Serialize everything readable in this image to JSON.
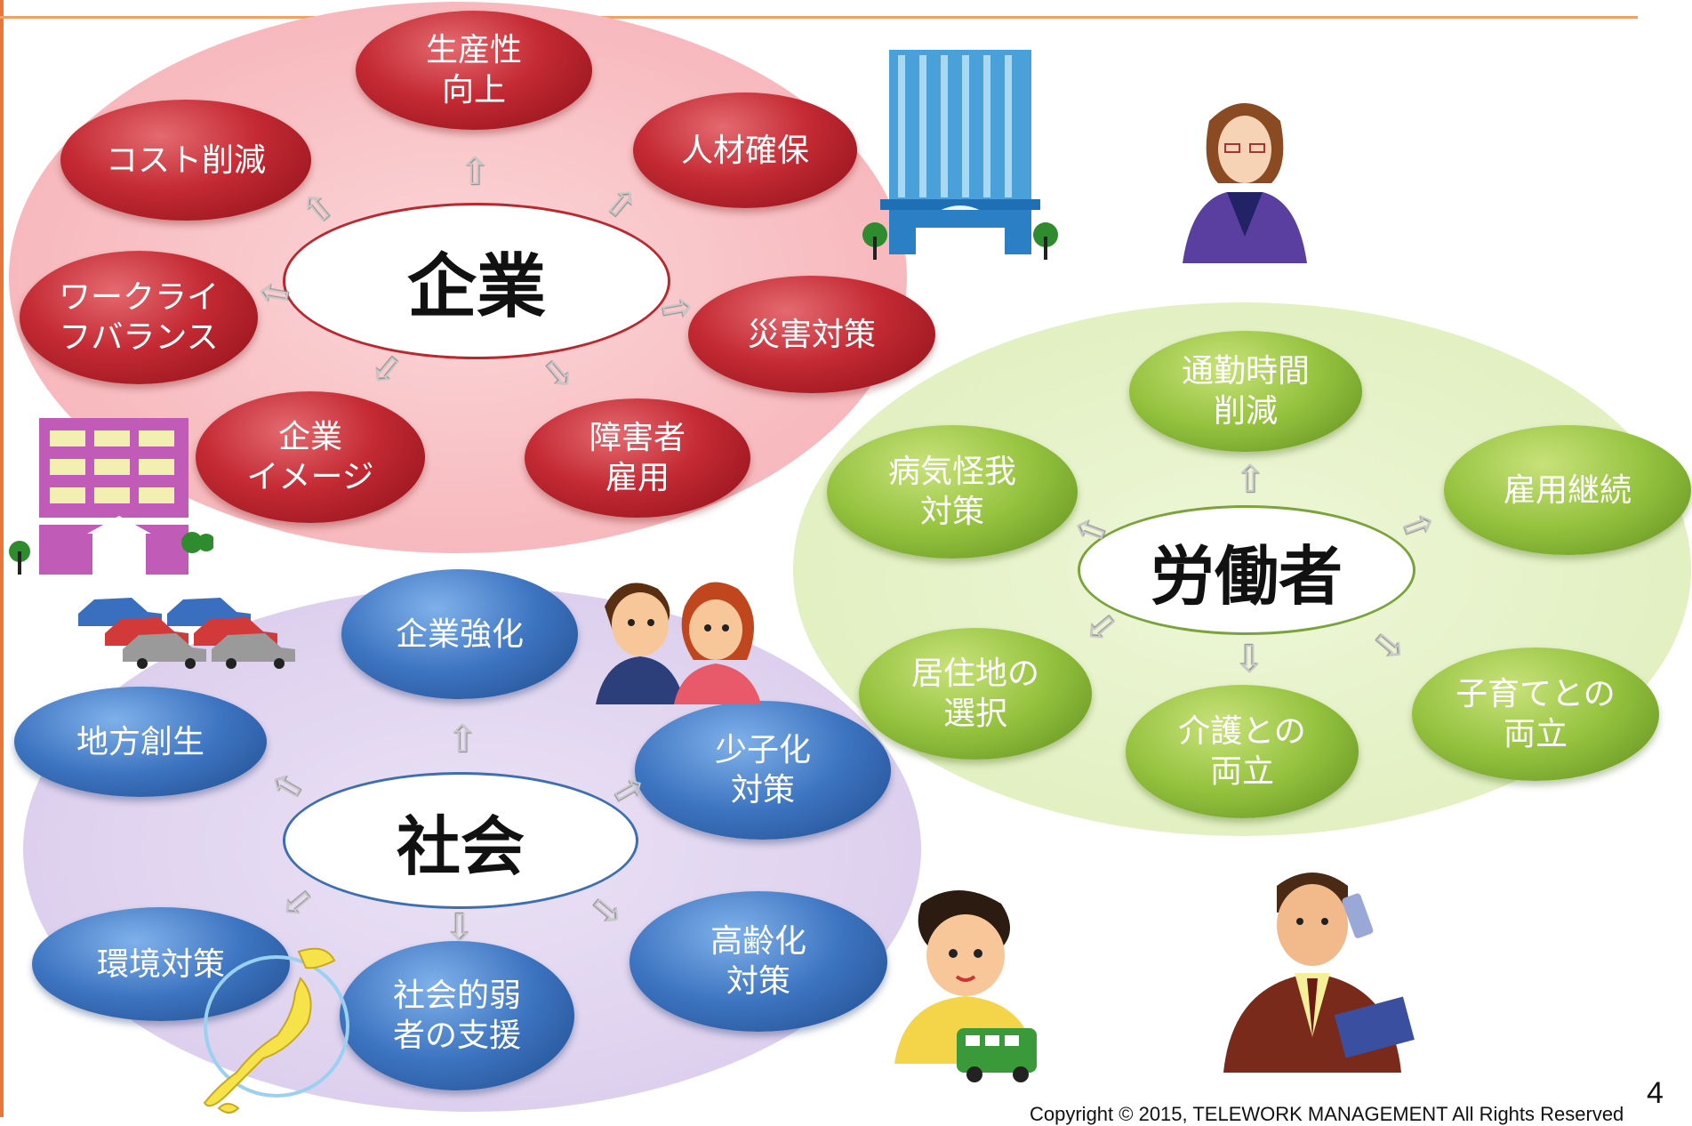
{
  "hubs": {
    "company": "企業",
    "worker": "労働者",
    "society": "社会"
  },
  "company_nodes": [
    "生産性\n向上",
    "人材確保",
    "災害対策",
    "障害者\n雇用",
    "企業\nイメージ",
    "ワークライ\nフバランス",
    "コスト削減"
  ],
  "worker_nodes": [
    "通勤時間\n削減",
    "雇用継続",
    "子育てとの\n両立",
    "介護との\n両立",
    "居住地の\n選択",
    "病気怪我\n対策"
  ],
  "society_nodes": [
    "企業強化",
    "少子化\n対策",
    "高齢化\n対策",
    "社会的弱\n者の支援",
    "環境対策",
    "地方創生"
  ],
  "colors": {
    "company": "#c42a33",
    "worker": "#94c23e",
    "society": "#3d74c0"
  },
  "icons": [
    "office-tower-icon",
    "businesswoman-icon",
    "apartment-building-icon",
    "cars-icon",
    "couple-icon",
    "child-with-toy-bus-icon",
    "businessman-phone-icon",
    "japan-map-icon"
  ],
  "footer": {
    "page_number": "4",
    "copyright": "Copyright © 2015, TELEWORK MANAGEMENT All Rights Reserved"
  }
}
